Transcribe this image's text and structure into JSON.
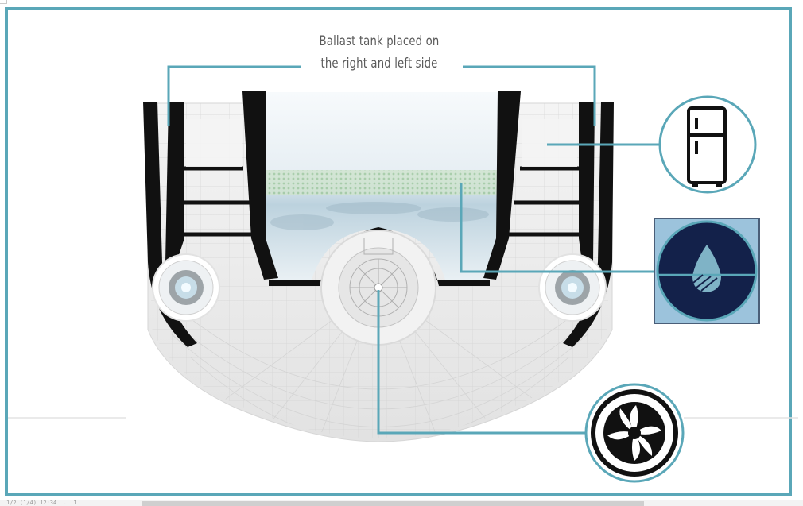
{
  "diagram": {
    "caption_line1": "Ballast tank placed on",
    "caption_line2": "the right and left side",
    "footer_text": "1/2 (1/4) 12:34 ... 1",
    "accent_color": "#5aa7b8",
    "icons": [
      "refrigerator-icon",
      "water-level-icon",
      "fan-icon"
    ]
  }
}
